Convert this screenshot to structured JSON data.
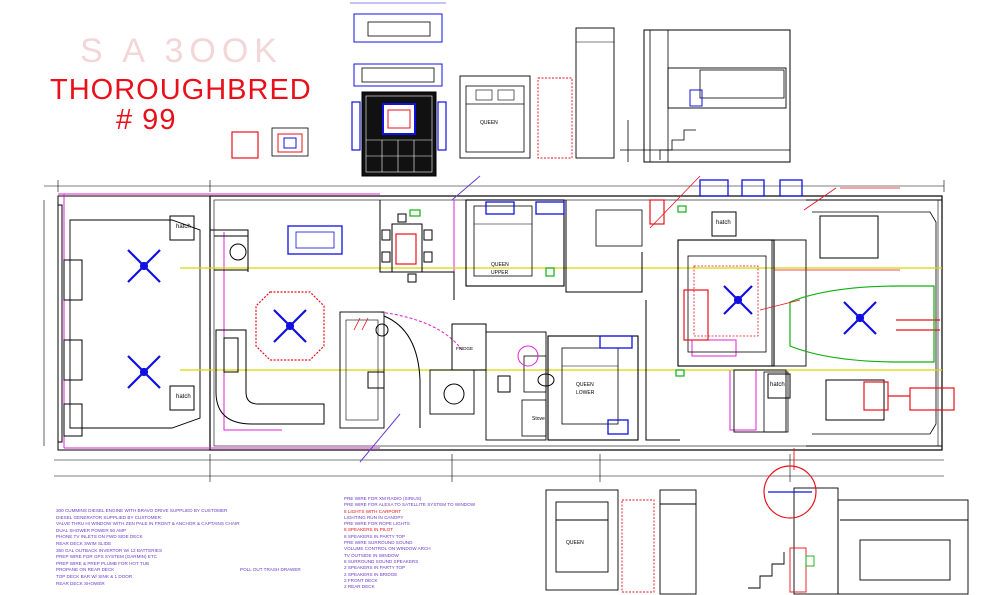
{
  "title": {
    "main": "THOROUGHBRED",
    "number": "# 99",
    "faded_text": "S A  3OOK"
  },
  "colors": {
    "line": "#000000",
    "accent_red": "#e8101a",
    "magenta": "#e020d0",
    "blue": "#1010e0",
    "green": "#10b010",
    "yellow": "#d8d800",
    "purple": "#6a3cc8"
  },
  "room_labels": {
    "hatch": "hatch",
    "queen": "QUEEN",
    "upper": "UPPER",
    "lower": "LOWER",
    "fridge": "FRIDGE",
    "stove": "Stove"
  },
  "icons": [
    "ceiling-fan-icon",
    "table-icon",
    "tv-icon"
  ],
  "left_notes": [
    "300 CUMMINS DIESEL ENGINE WITH BRAVO DRIVE SUPPLIED BY CUSTOMER",
    "DIESEL GENERATOR SUPPLIED BY CUSTOMER",
    "VALVE THRU HI WINDOW WITH ZEN PALE IN FRONT & ANCHOR & CAPTAINS CHAIR",
    "DUAL SHOWER POWER 50 AMP",
    "PHONE TV INLETS ON FWD SIDE DECK",
    "REAR DECK SWIM SLIDE",
    "350 GAL OUTBACK INVERTOR W/ 12 BATTERIES",
    "PREP WIRE FOR GPS SYSTEM (GARMIN) ETC",
    "PREP WIRE & PREP PLUMB FOR HOT TUB",
    "PROPANE ON REAR DECK",
    "TOP DECK BAR W/ SINK & 1 DOOR",
    "REAR DECK SHOWER"
  ],
  "middle_note": "POLL OUT TRASH DRAWER",
  "right_notes": [
    "PRE WIRE FOR XM RADIO (SIRIUS)",
    "PRE WIRE FOR ALEXA TO SATELLITE SYSTEM TO WINDOW",
    "8 LIGHTS WITH CARPORT",
    "LIGHTING RUN IN CANOPY",
    "PRE WIRE FOR ROPE LIGHTS",
    "8 SPEAKERS IN PILOT",
    "8 SPEAKERS IN PARTY TOP",
    "PRE WIRE SURROUND SOUND",
    "VOLUME CONTROL ON WINDOW ARCH",
    "TV OUTSIDE IN WINDOW",
    "8 SURROUND SOUND SPEAKERS",
    "2 SPEAKERS IN PARTY TOP",
    "2 SPEAKERS IN BRIDGE",
    "2 FRONT DECK",
    "2 REAR DECK"
  ]
}
